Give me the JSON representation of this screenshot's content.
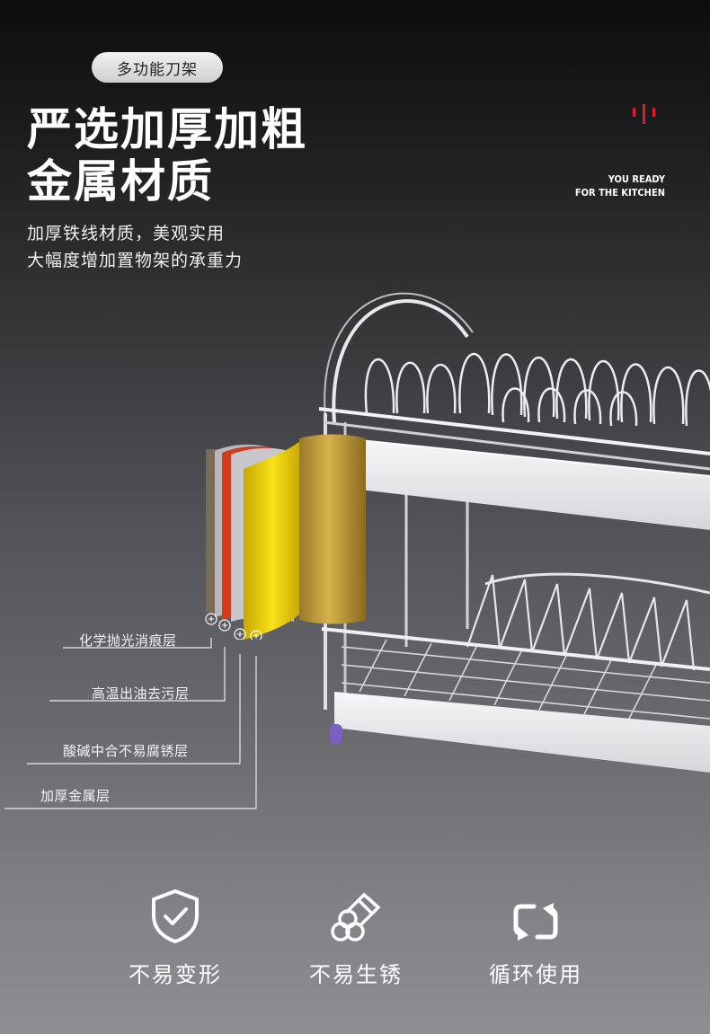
{
  "tag": "多功能刀架",
  "title_line1": "严选加厚加粗",
  "title_line2": "金属材质",
  "subtitle_line1": "加厚铁线材质，美观实用",
  "subtitle_line2": "大幅度增加置物架的承重力",
  "brand": {
    "line1": "YOU READY",
    "line2": "FOR THE KITCHEN",
    "accent_color": "#d6202a"
  },
  "layers": [
    {
      "label": "化学抛光消痕层"
    },
    {
      "label": "高温出油去污层"
    },
    {
      "label": "酸碱中合不易腐锈层"
    },
    {
      "label": "加厚金属层"
    }
  ],
  "features": [
    {
      "label": "不易变形",
      "icon": "shield-check-icon"
    },
    {
      "label": "不易生锈",
      "icon": "tubes-icon"
    },
    {
      "label": "循环使用",
      "icon": "recycle-arrows-icon"
    }
  ]
}
